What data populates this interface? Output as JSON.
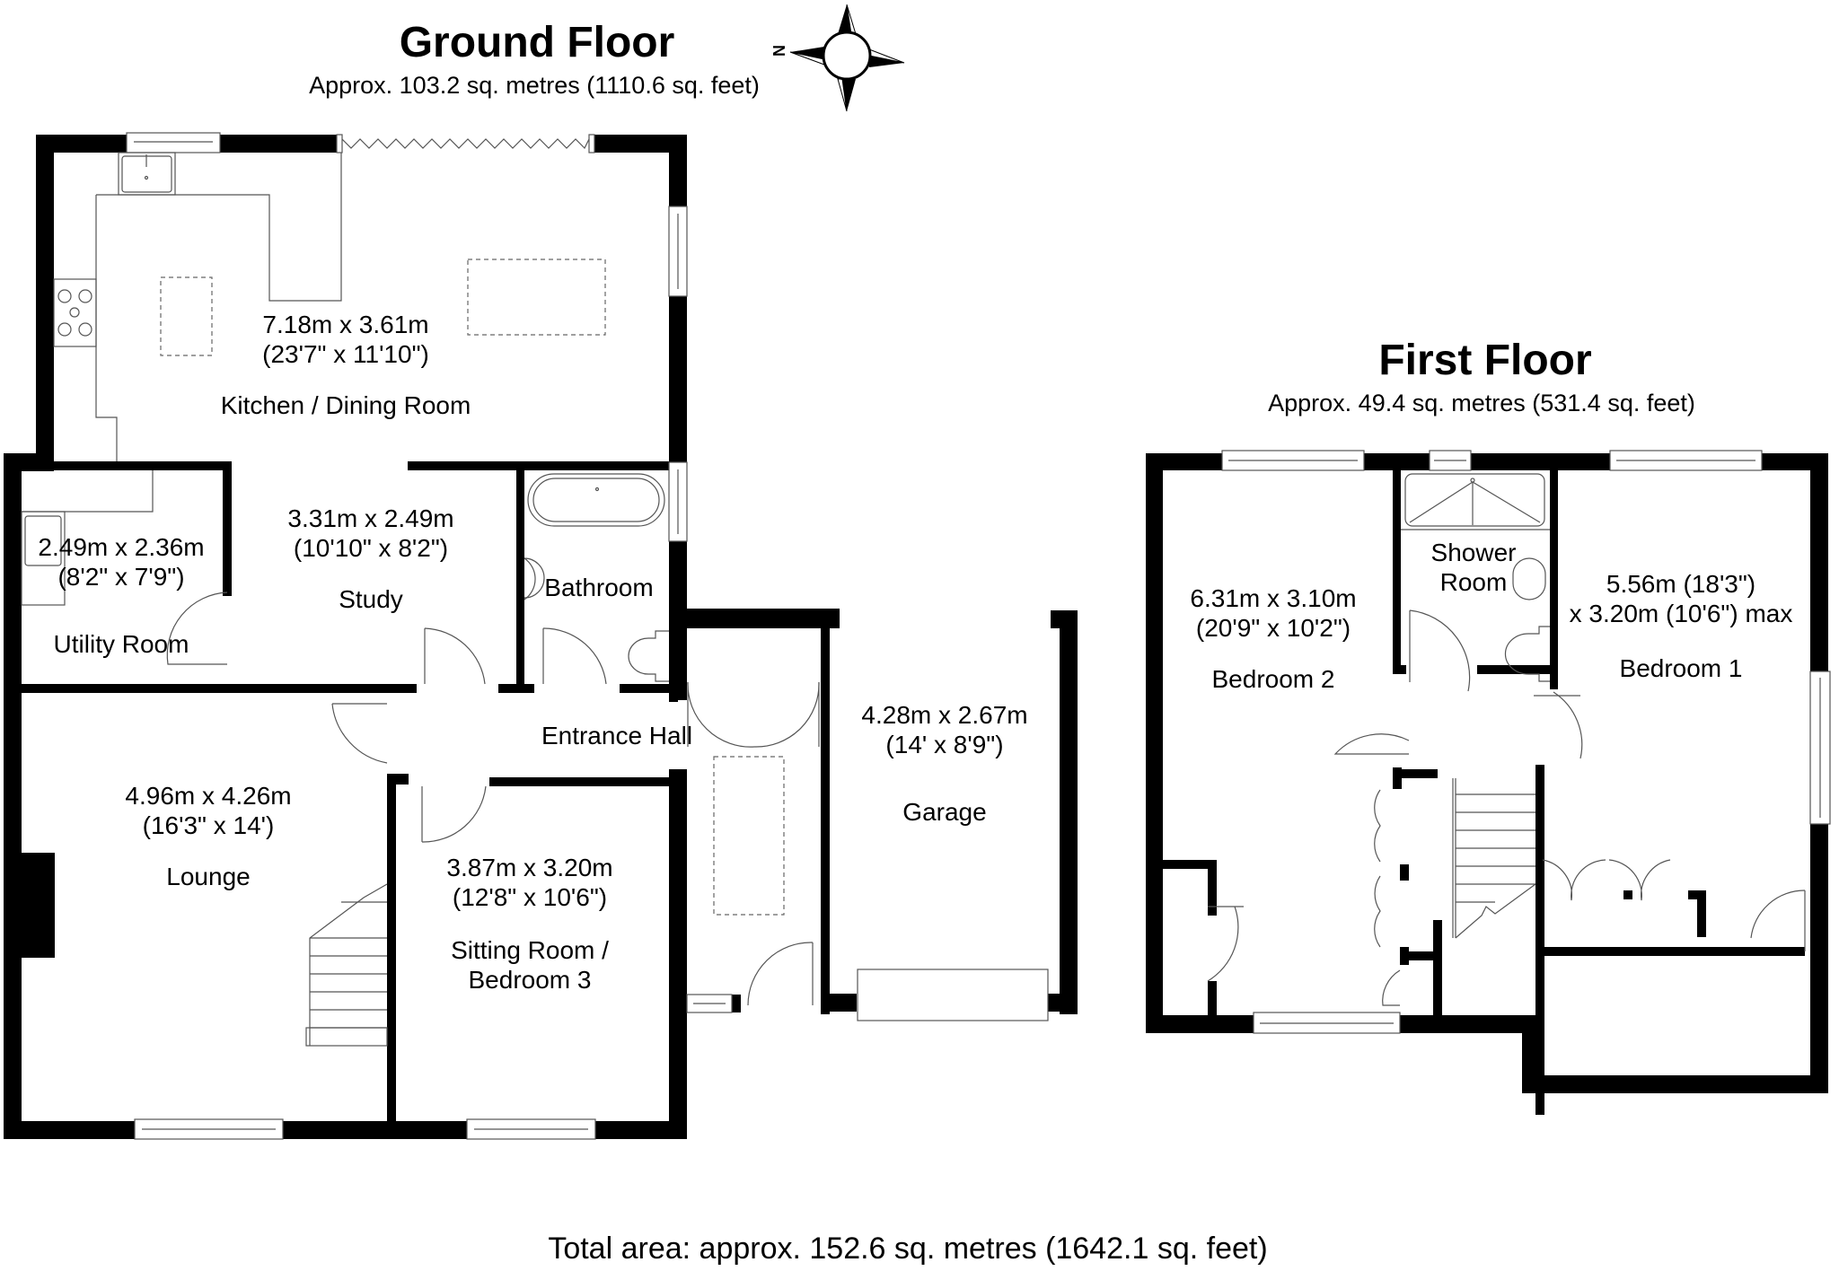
{
  "ground_floor": {
    "title": "Ground Floor",
    "area": "Approx. 103.2 sq. metres (1110.6 sq. feet)",
    "rooms": {
      "kitchen": {
        "dims_m": "7.18m x 3.61m",
        "dims_ft": "(23'7\" x 11'10\")",
        "name": "Kitchen / Dining Room"
      },
      "utility": {
        "dims_m": "2.49m x 2.36m",
        "dims_ft": "(8'2\" x 7'9\")",
        "name": "Utility Room"
      },
      "study": {
        "dims_m": "3.31m x 2.49m",
        "dims_ft": "(10'10\" x 8'2\")",
        "name": "Study"
      },
      "bathroom": {
        "name": "Bathroom"
      },
      "hall": {
        "name": "Entrance Hall"
      },
      "lounge": {
        "dims_m": "4.96m x 4.26m",
        "dims_ft": "(16'3\" x 14')",
        "name": "Lounge"
      },
      "sitting": {
        "dims_m": "3.87m x 3.20m",
        "dims_ft": "(12'8\" x 10'6\")",
        "name_line1": "Sitting Room /",
        "name_line2": "Bedroom 3"
      },
      "garage": {
        "dims_m": "4.28m x 2.67m",
        "dims_ft": "(14' x 8'9\")",
        "name": "Garage"
      }
    }
  },
  "first_floor": {
    "title": "First Floor",
    "area": "Approx. 49.4 sq. metres (531.4 sq. feet)",
    "rooms": {
      "bedroom2": {
        "dims_m": "6.31m x 3.10m",
        "dims_ft": "(20'9\" x 10'2\")",
        "name": "Bedroom 2"
      },
      "shower": {
        "name_line1": "Shower",
        "name_line2": "Room"
      },
      "bedroom1": {
        "dims_line1": "5.56m (18'3\")",
        "dims_line2": "x 3.20m (10'6\") max",
        "name": "Bedroom 1"
      }
    }
  },
  "compass": {
    "label": "N",
    "icon": "compass-rose-icon"
  },
  "total_area": "Total area: approx. 152.6 sq. metres (1642.1 sq. feet)",
  "colors": {
    "wall": "#000000",
    "fixture_line": "#555555",
    "background": "#ffffff"
  }
}
